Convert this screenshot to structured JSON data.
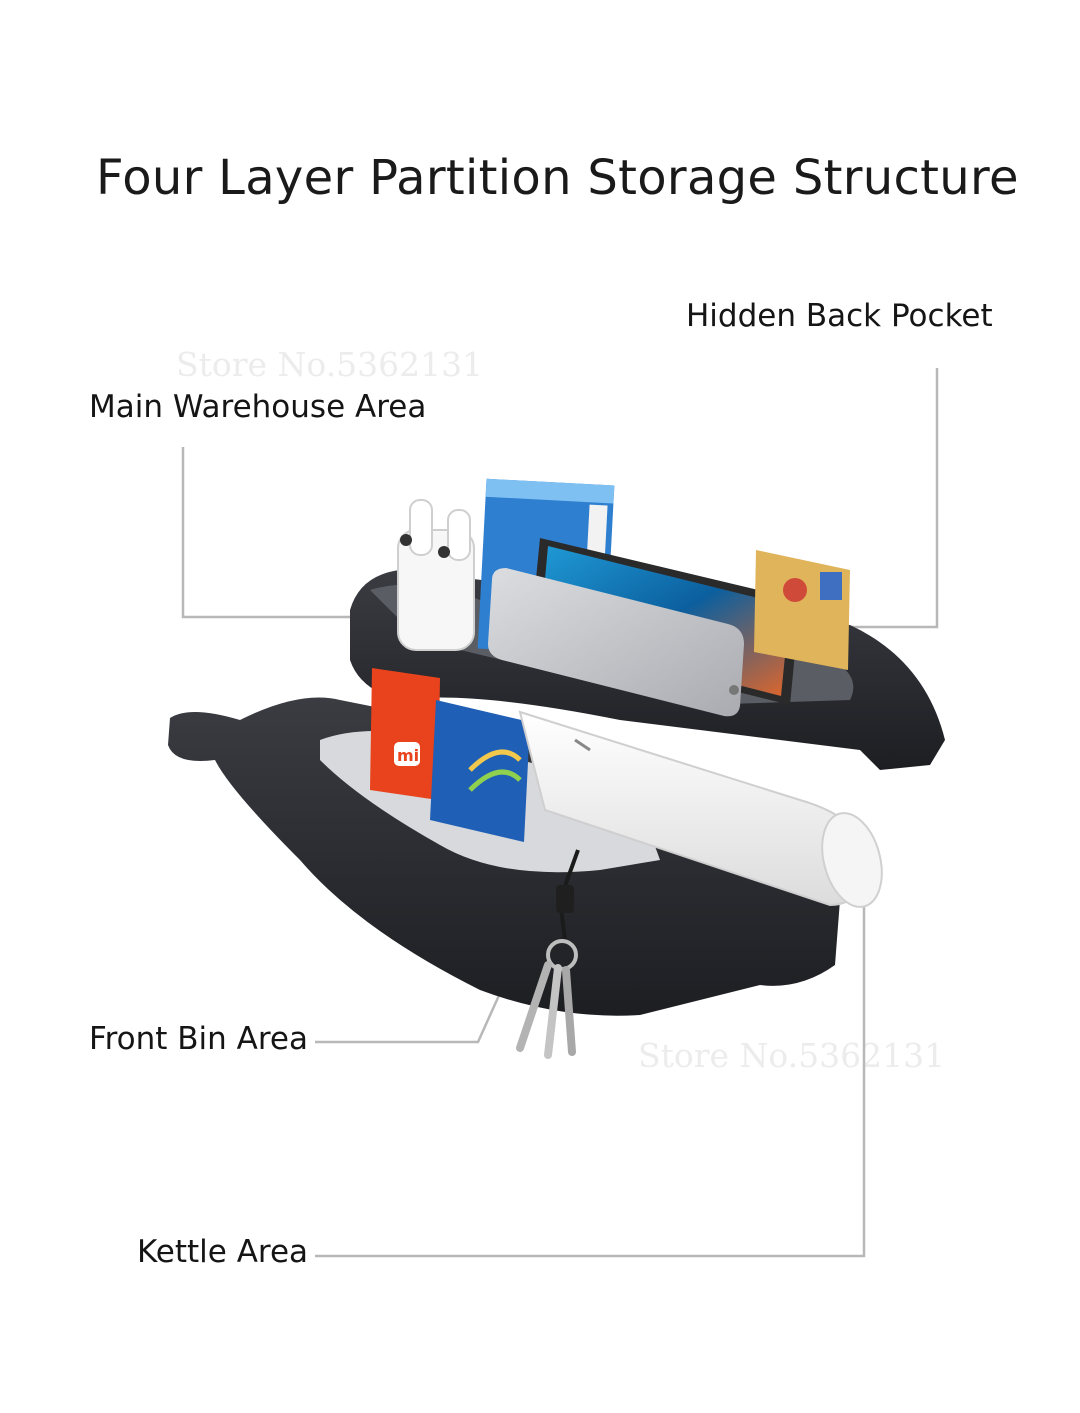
{
  "title": "Four Layer Partition Storage Structure",
  "labels": {
    "hidden_back_pocket": "Hidden Back Pocket",
    "main_warehouse_area": "Main Warehouse Area",
    "front_bin_area": "Front Bin Area",
    "kettle_area": "Kettle Area"
  },
  "watermarks": [
    "Store No.5362131",
    "Store No.5362131"
  ],
  "brand_logo_text": "mi",
  "colors": {
    "bag": "#2c2e33",
    "leader_line": "#b8b8b8",
    "book": "#2f7fd0",
    "xiaomi_orange": "#e8431c",
    "card_gold": "#e0b45a"
  }
}
